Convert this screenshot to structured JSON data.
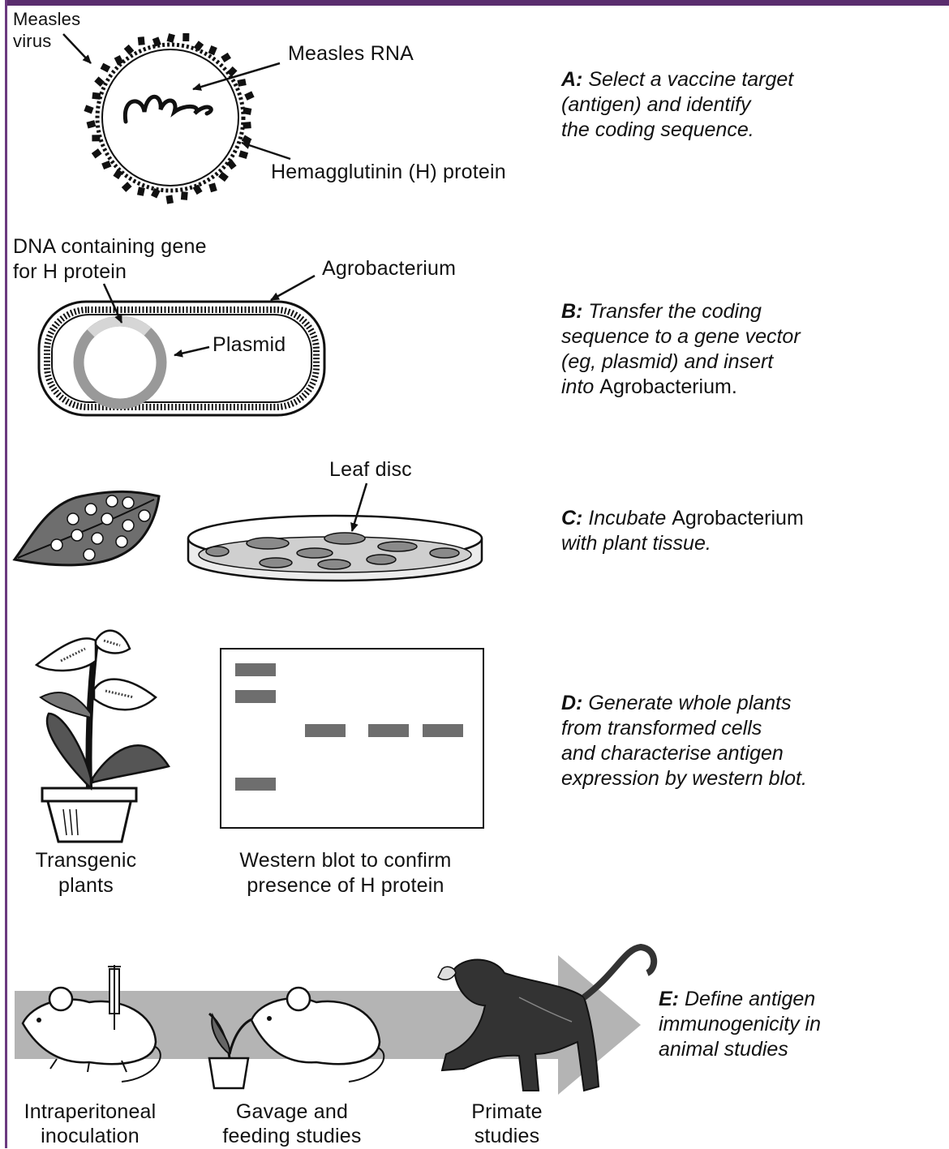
{
  "panel_a": {
    "virus_label_1": "Measles",
    "virus_label_2": "virus",
    "rna_label": "Measles RNA",
    "protein_label": "Hemagglutinin (H) protein",
    "step_key": "A:",
    "step_line1": " Select a vaccine target",
    "step_line2": "(antigen) and identify",
    "step_line3": "the coding sequence."
  },
  "panel_b": {
    "dna_label_1": "DNA containing gene",
    "dna_label_2": "for H protein",
    "agro_label": "Agrobacterium",
    "plasmid_label": "Plasmid",
    "step_key": "B:",
    "step_line1": " Transfer the coding",
    "step_line2": "sequence to a gene vector",
    "step_line3": "(eg, plasmid) and insert",
    "step_line4_italic": "into ",
    "step_line4_plain": "Agrobacterium."
  },
  "panel_c": {
    "leaf_disc_label": "Leaf disc",
    "step_key": "C:",
    "step_line1_italic": " Incubate ",
    "step_line1_plain": "Agrobacterium",
    "step_line2": "with plant tissue."
  },
  "panel_d": {
    "plants_label_1": "Transgenic",
    "plants_label_2": "plants",
    "blot_label_1": "Western blot to confirm",
    "blot_label_2": "presence of H protein",
    "step_key": "D:",
    "step_line1": " Generate whole plants",
    "step_line2": "from transformed cells",
    "step_line3": "and characterise antigen",
    "step_line4": "expression by western blot."
  },
  "panel_e": {
    "ip_label_1": "Intraperitoneal",
    "ip_label_2": "inoculation",
    "gavage_label_1": "Gavage and",
    "gavage_label_2": "feeding studies",
    "primate_label_1": "Primate",
    "primate_label_2": "studies",
    "step_key": "E:",
    "step_line1": " Define antigen",
    "step_line2": "immunogenicity in",
    "step_line3": "animal studies"
  },
  "colors": {
    "frame": "#5a2d6e",
    "ink": "#111111",
    "gray_band": "#b4b4b4",
    "blot_band": "#6e6e6e"
  }
}
